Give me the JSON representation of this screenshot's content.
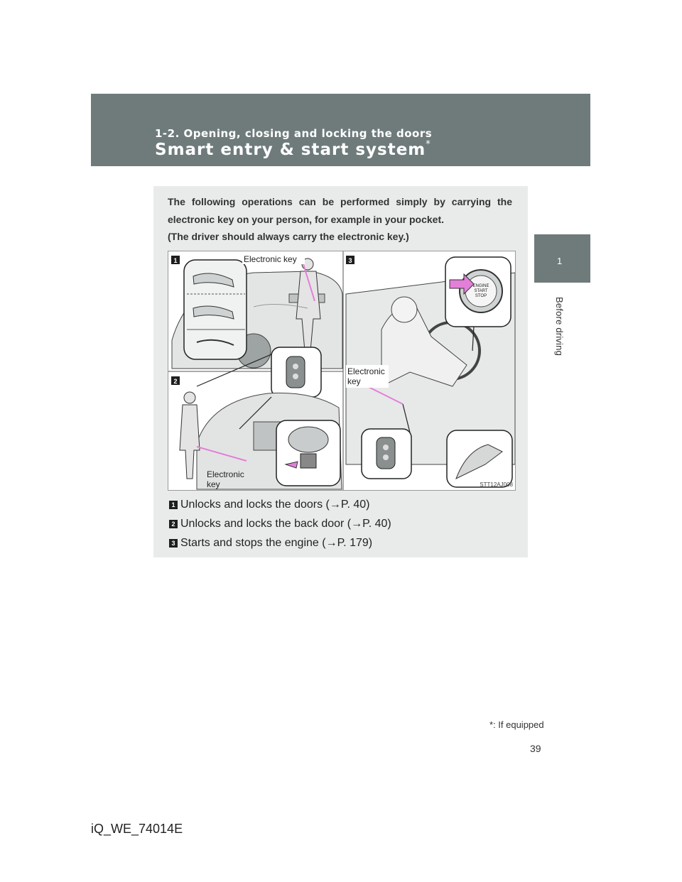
{
  "header": {
    "section": "1-2. Opening, closing and locking the doors",
    "title": "Smart entry & start system",
    "title_mark": "*"
  },
  "side_tab": {
    "number": "1",
    "text": "Before driving"
  },
  "intro": {
    "line1": "The following operations can be performed simply by carrying the electronic key on your person, for example in your pocket.",
    "line2": "(The driver should always carry the electronic key.)"
  },
  "figure": {
    "panel_1": "1",
    "panel_2": "2",
    "panel_3": "3",
    "label_key_top": "Electronic key",
    "label_key_mid_1": "Electronic",
    "label_key_mid_2": "key",
    "label_key_bottom_1": "Electronic",
    "label_key_bottom_2": "key",
    "button_line1": "ENGINE",
    "button_line2": "START",
    "button_line3": "STOP",
    "code": "STT12AJ008"
  },
  "list": [
    {
      "marker": "1",
      "text": "Unlocks and locks the doors (→P. 40)"
    },
    {
      "marker": "2",
      "text": "Unlocks and locks the back door (→P. 40)"
    },
    {
      "marker": "3",
      "text": "Starts and stops the engine (→P. 179)"
    }
  ],
  "footnote": "*: If equipped",
  "page_number": "39",
  "doc_code": "iQ_WE_74014E",
  "colors": {
    "header_band": "#6f7b7b",
    "content_box": "#e9ebea",
    "arrow_accent": "#e37fd8"
  }
}
